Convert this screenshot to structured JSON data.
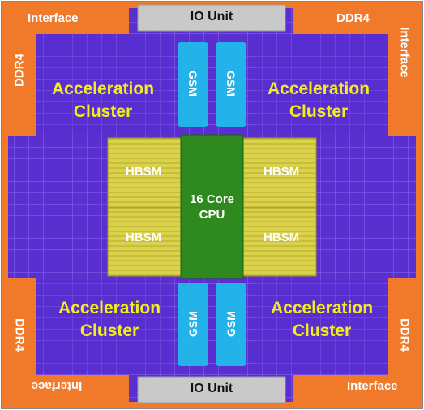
{
  "blocks": {
    "interface": "Interface",
    "ddr4": "DDR4",
    "io_unit": "IO Unit",
    "gsm": "GSM",
    "hbsm": "HBSM",
    "acceleration_cluster_line1": "Acceleration",
    "acceleration_cluster_line2": "Cluster",
    "cpu_line1": "16 Core",
    "cpu_line2": "CPU"
  },
  "colors": {
    "interface_orange": "#f07a2a",
    "cluster_purple": "#5a2fd0",
    "cluster_grid": "#7a5ae8",
    "gsm_cyan": "#23b3ea",
    "hbsm_yellow": "#d9d24a",
    "cpu_green": "#2e8a1e",
    "io_gray": "#c9c9c9",
    "text_yellow": "#f2ee1c"
  }
}
